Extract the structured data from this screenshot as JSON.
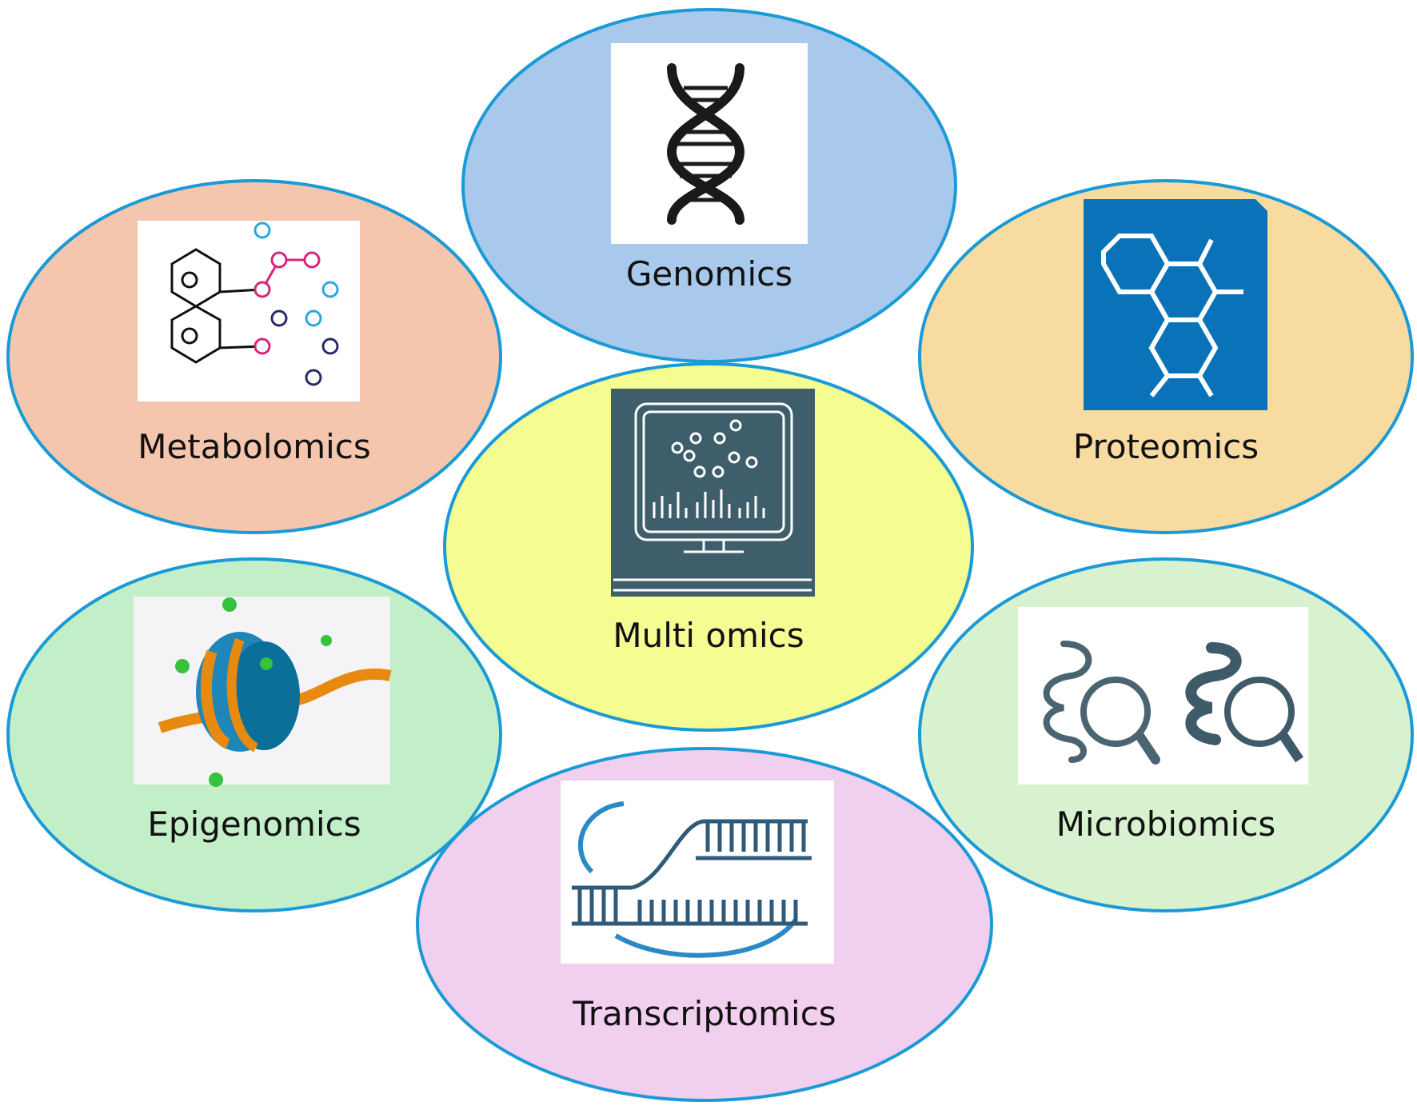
{
  "diagram": {
    "center": {
      "label": "Multi omics",
      "color": "#f4fc92",
      "icon": "computer-analysis-icon"
    },
    "nodes": [
      {
        "id": "genomics",
        "label": "Genomics",
        "color": "#a8c9ec",
        "icon": "dna-helix-icon"
      },
      {
        "id": "metabolomics",
        "label": "Metabolomics",
        "color": "#f5c6ae",
        "icon": "molecule-structure-icon"
      },
      {
        "id": "proteomics",
        "label": "Proteomics",
        "color": "#f8dba0",
        "icon": "hexagon-molecule-icon"
      },
      {
        "id": "epigenomics",
        "label": "Epigenomics",
        "color": "#c2efc7",
        "icon": "nucleosome-icon"
      },
      {
        "id": "microbiomics",
        "label": "Microbiomics",
        "color": "#d8f2cf",
        "icon": "gut-magnifier-icon"
      },
      {
        "id": "transcriptomics",
        "label": "Transcriptomics",
        "color": "#f1cfee",
        "icon": "rna-strand-icon"
      }
    ],
    "border_color": "#1a9ad6"
  }
}
